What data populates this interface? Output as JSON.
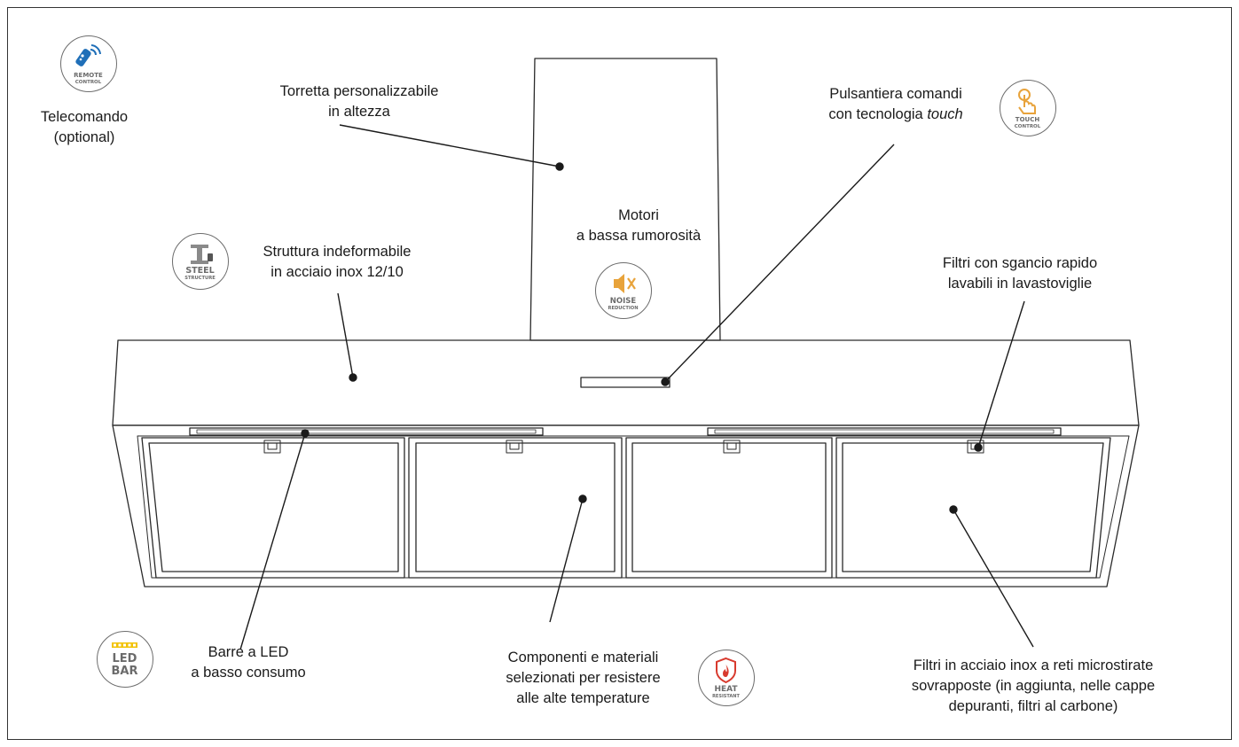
{
  "labels": {
    "telecomando": {
      "line1": "Telecomando",
      "line2": "(optional)"
    },
    "torretta": {
      "line1": "Torretta personalizzabile",
      "line2": "in altezza"
    },
    "pulsantiera": {
      "line1": "Pulsantiera comandi",
      "line2_prefix": "con tecnologia ",
      "line2_emph": "touch"
    },
    "motori": {
      "line1": "Motori",
      "line2": "a bassa rumorosità"
    },
    "struttura": {
      "line1": "Struttura indeformabile",
      "line2": "in acciaio inox 12/10"
    },
    "filtri_sgancio": {
      "line1": "Filtri con sgancio rapido",
      "line2": "lavabili in lavastoviglie"
    },
    "barre_led": {
      "line1": "Barre a LED",
      "line2": "a basso consumo"
    },
    "componenti": {
      "line1": "Componenti e materiali",
      "line2": "selezionati per resistere",
      "line3": "alle alte temperature"
    },
    "filtri_inox": {
      "line1": "Filtri in acciaio inox a reti microstirate",
      "line2": "sovrapposte (in aggiunta, nelle cappe",
      "line3": "depuranti, filtri al carbone)"
    }
  },
  "badges": {
    "remote": {
      "icon": "remote-control-icon",
      "line1": "REMOTE",
      "line2": "CONTROL",
      "color": "#1f6fb8"
    },
    "touch": {
      "icon": "touch-hand-icon",
      "line1": "TOUCH",
      "line2": "CONTROL",
      "color": "#e8a33b"
    },
    "steel": {
      "icon": "steel-beam-icon",
      "line1": "STEEL",
      "line2": "STRUCTURE",
      "color": "#7a7a7a"
    },
    "noise": {
      "icon": "muted-speaker-icon",
      "line1": "NOISE",
      "line2": "REDUCTION",
      "color": "#e8a33b"
    },
    "led": {
      "icon": "led-strip-icon",
      "line1": "LED",
      "line2": "BAR",
      "color": "#f2c200"
    },
    "heat": {
      "icon": "flame-shield-icon",
      "line1": "HEAT",
      "line2": "RESISTANT",
      "color": "#d83a2e"
    }
  }
}
